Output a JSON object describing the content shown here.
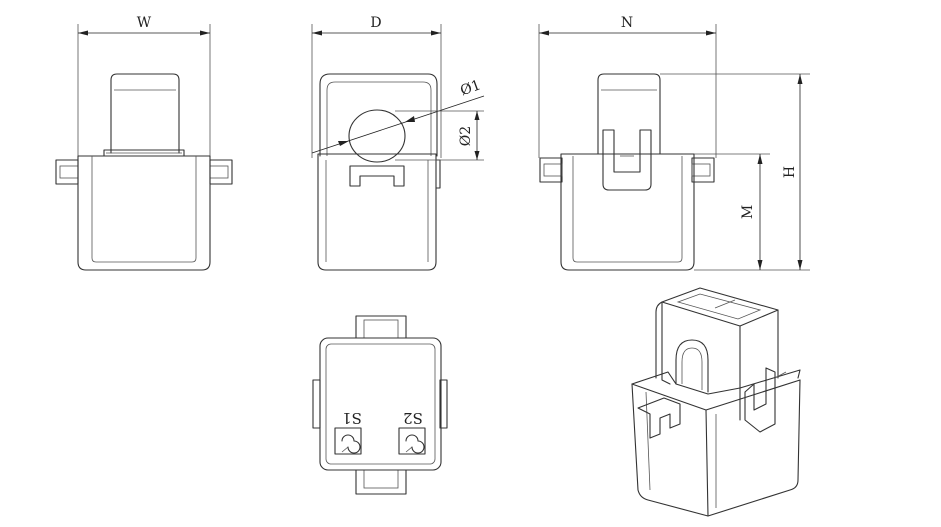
{
  "drawing": {
    "front_view": {
      "dimension_label": "W"
    },
    "side_view": {
      "dimension_label": "D",
      "diameter_outer_label": "Ø1",
      "diameter_inner_label": "Ø2"
    },
    "right_view": {
      "dimension_width_label": "N",
      "dimension_height_label": "H",
      "dimension_mid_label": "M"
    },
    "bottom_view": {
      "terminal_left_label": "S1",
      "terminal_right_label": "S2"
    }
  }
}
